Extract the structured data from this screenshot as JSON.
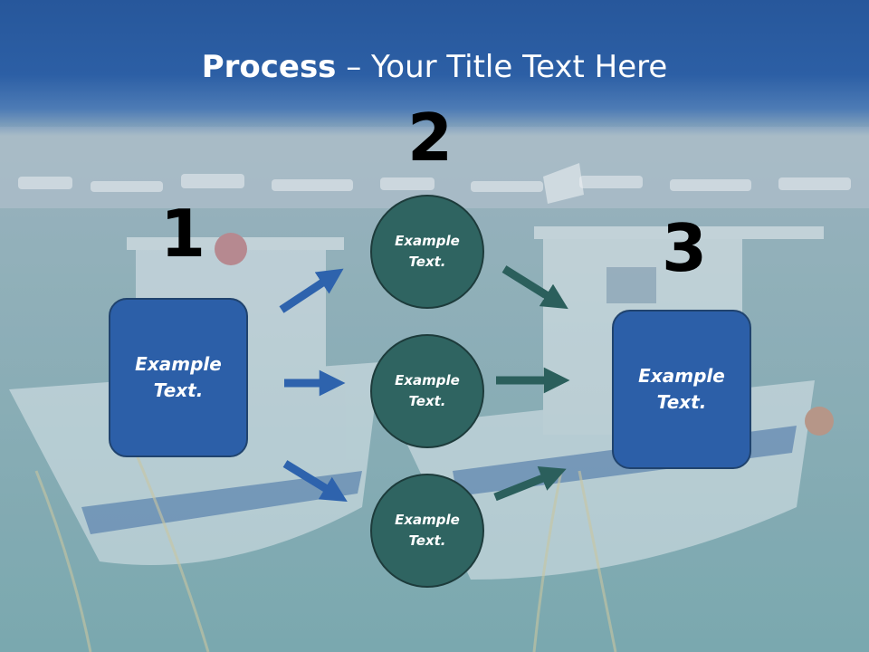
{
  "title": {
    "bold": "Process",
    "rest": " – Your Title Text Here"
  },
  "steps": {
    "one": "1",
    "two": "2",
    "three": "3"
  },
  "left_box": {
    "text": "Example\nText."
  },
  "right_box": {
    "text": "Example\nText."
  },
  "circles": [
    {
      "text": "Example\nText."
    },
    {
      "text": "Example\nText."
    },
    {
      "text": "Example\nText."
    }
  ],
  "colors": {
    "header": "#2c5fa5",
    "box_fill": "#2c5fa8",
    "circle_fill": "#2f6461",
    "arrow_blue": "#2e63ad",
    "arrow_teal": "#2b5f5c"
  }
}
